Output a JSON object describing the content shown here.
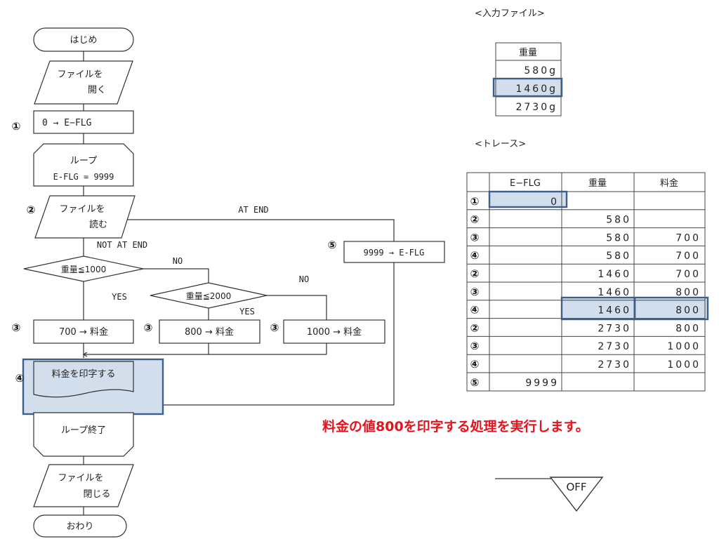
{
  "flowchart": {
    "start": "はじめ",
    "open_file": [
      "ファイルを",
      "開く"
    ],
    "init": "0 → E−FLG",
    "loop_start": [
      "ループ",
      "E-FLG = 9999"
    ],
    "read_file": [
      "ファイルを",
      "読む"
    ],
    "at_end": "AT END",
    "not_at_end": "NOT AT END",
    "cond1": "重量≦1000",
    "cond2": "重量≦2000",
    "yes1": "YES",
    "no1": "NO",
    "yes2": "YES",
    "no2": "NO",
    "fee700": "700 → 料金",
    "fee800": "800 → 料金",
    "fee1000": "1000 → 料金",
    "print": "料金を印字する",
    "set_flag": "9999 → E-FLG",
    "loop_end": "ループ終了",
    "close_file": [
      "ファイルを",
      "閉じる"
    ],
    "end": "おわり",
    "step_markers": [
      "①",
      "②",
      "③",
      "③",
      "③",
      "④",
      "⑤"
    ]
  },
  "input_file": {
    "title": "<入力ファイル>",
    "header": "重量",
    "rows": [
      "580g",
      "1460g",
      "2730g"
    ]
  },
  "trace": {
    "title": "<トレース>",
    "headers": [
      "",
      "E−FLG",
      "重量",
      "料金"
    ],
    "rows": [
      [
        "①",
        "0",
        "",
        ""
      ],
      [
        "②",
        "",
        "580",
        ""
      ],
      [
        "③",
        "",
        "580",
        "700"
      ],
      [
        "④",
        "",
        "580",
        "700"
      ],
      [
        "②",
        "",
        "1460",
        "700"
      ],
      [
        "③",
        "",
        "1460",
        "800"
      ],
      [
        "④",
        "",
        "1460",
        "800"
      ],
      [
        "②",
        "",
        "2730",
        "800"
      ],
      [
        "③",
        "",
        "2730",
        "1000"
      ],
      [
        "④",
        "",
        "2730",
        "1000"
      ],
      [
        "⑤",
        "9999",
        "",
        ""
      ]
    ]
  },
  "message": "料金の値800を印字する処理を実行します。",
  "toggle": {
    "label": "OFF"
  },
  "colors": {
    "highlight_fill": "#d3deec",
    "highlight_border": "#3e5f8a",
    "message": "#e8121d"
  }
}
